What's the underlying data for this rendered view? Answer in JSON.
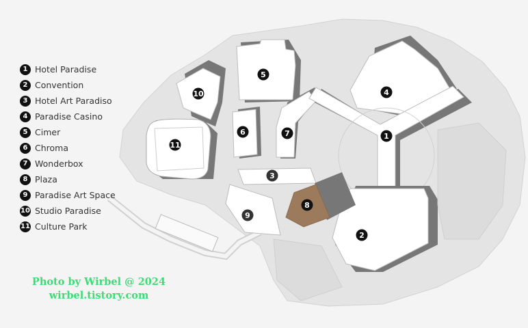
{
  "legend": [
    {
      "num": "1",
      "label": "Hotel Paradise"
    },
    {
      "num": "2",
      "label": "Convention"
    },
    {
      "num": "3",
      "label": "Hotel Art Paradiso"
    },
    {
      "num": "4",
      "label": "Paradise Casino"
    },
    {
      "num": "5",
      "label": "Cimer"
    },
    {
      "num": "6",
      "label": "Chroma"
    },
    {
      "num": "7",
      "label": "Wonderbox"
    },
    {
      "num": "8",
      "label": "Plaza"
    },
    {
      "num": "9",
      "label": "Paradise Art Space"
    },
    {
      "num": "10",
      "label": "Studio Paradise"
    },
    {
      "num": "11",
      "label": "Culture Park"
    }
  ],
  "markers": [
    "1",
    "2",
    "3",
    "4",
    "5",
    "6",
    "7",
    "8",
    "9",
    "10",
    "11"
  ],
  "credit": {
    "line1": "Photo by Wirbel @ 2024",
    "line2": "wirbel.tistory.com"
  },
  "colors": {
    "background": "#f4f4f4",
    "ground": "#e6e6e6",
    "building": "#ffffff",
    "shadow": "#7a7a7a",
    "plaza": "#9c7a5c",
    "marker": "#111111",
    "credit": "#3ddc74"
  }
}
